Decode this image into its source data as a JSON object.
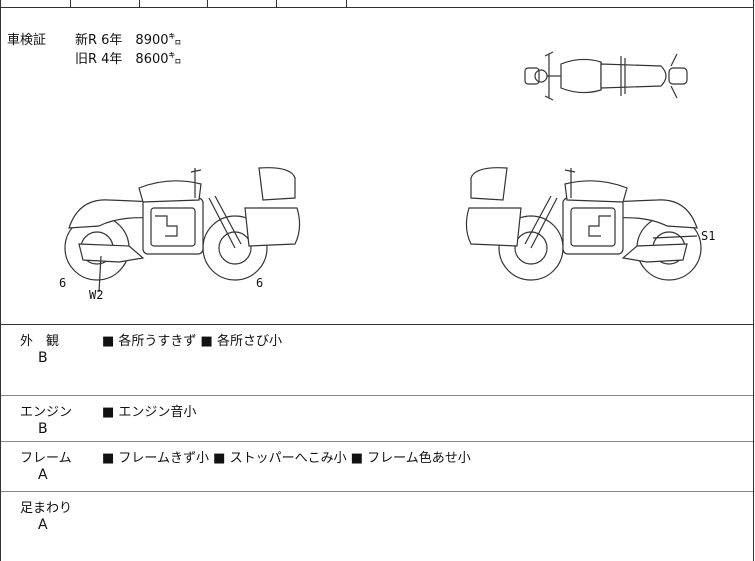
{
  "inspection": {
    "label": "車検証",
    "lines": [
      "新R 6年　8900㌔",
      "旧R 4年　8600㌔"
    ]
  },
  "marks": {
    "left_front": "6",
    "left_rear": "6",
    "left_code": "W2",
    "right_code": "S1"
  },
  "sections": [
    {
      "title": "外　観",
      "grade": "B",
      "notes": "■ 各所うすきず ■ 各所さび小"
    },
    {
      "title": "エンジン",
      "grade": "B",
      "notes": "■ エンジン音小"
    },
    {
      "title": "フレーム",
      "grade": "A",
      "notes": "■ フレームきず小 ■ ストッパーへこみ小 ■ フレーム色あせ小"
    },
    {
      "title": "足まわり",
      "grade": "A",
      "notes": ""
    }
  ]
}
